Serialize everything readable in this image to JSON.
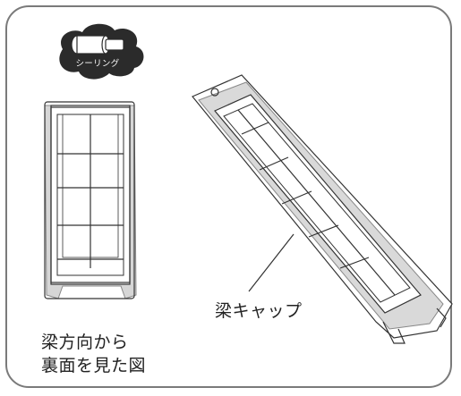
{
  "badge": {
    "label": "シーリング",
    "icon": "ceiling-cap-icon",
    "color": "#2b2b2b"
  },
  "callout": {
    "label": "梁キャップ"
  },
  "caption": {
    "line1": "梁方向から",
    "line2": "裏面を見た図"
  },
  "colors": {
    "frame": "#7a7a7a",
    "line": "#333333",
    "sealing": "#bdbdbd"
  }
}
